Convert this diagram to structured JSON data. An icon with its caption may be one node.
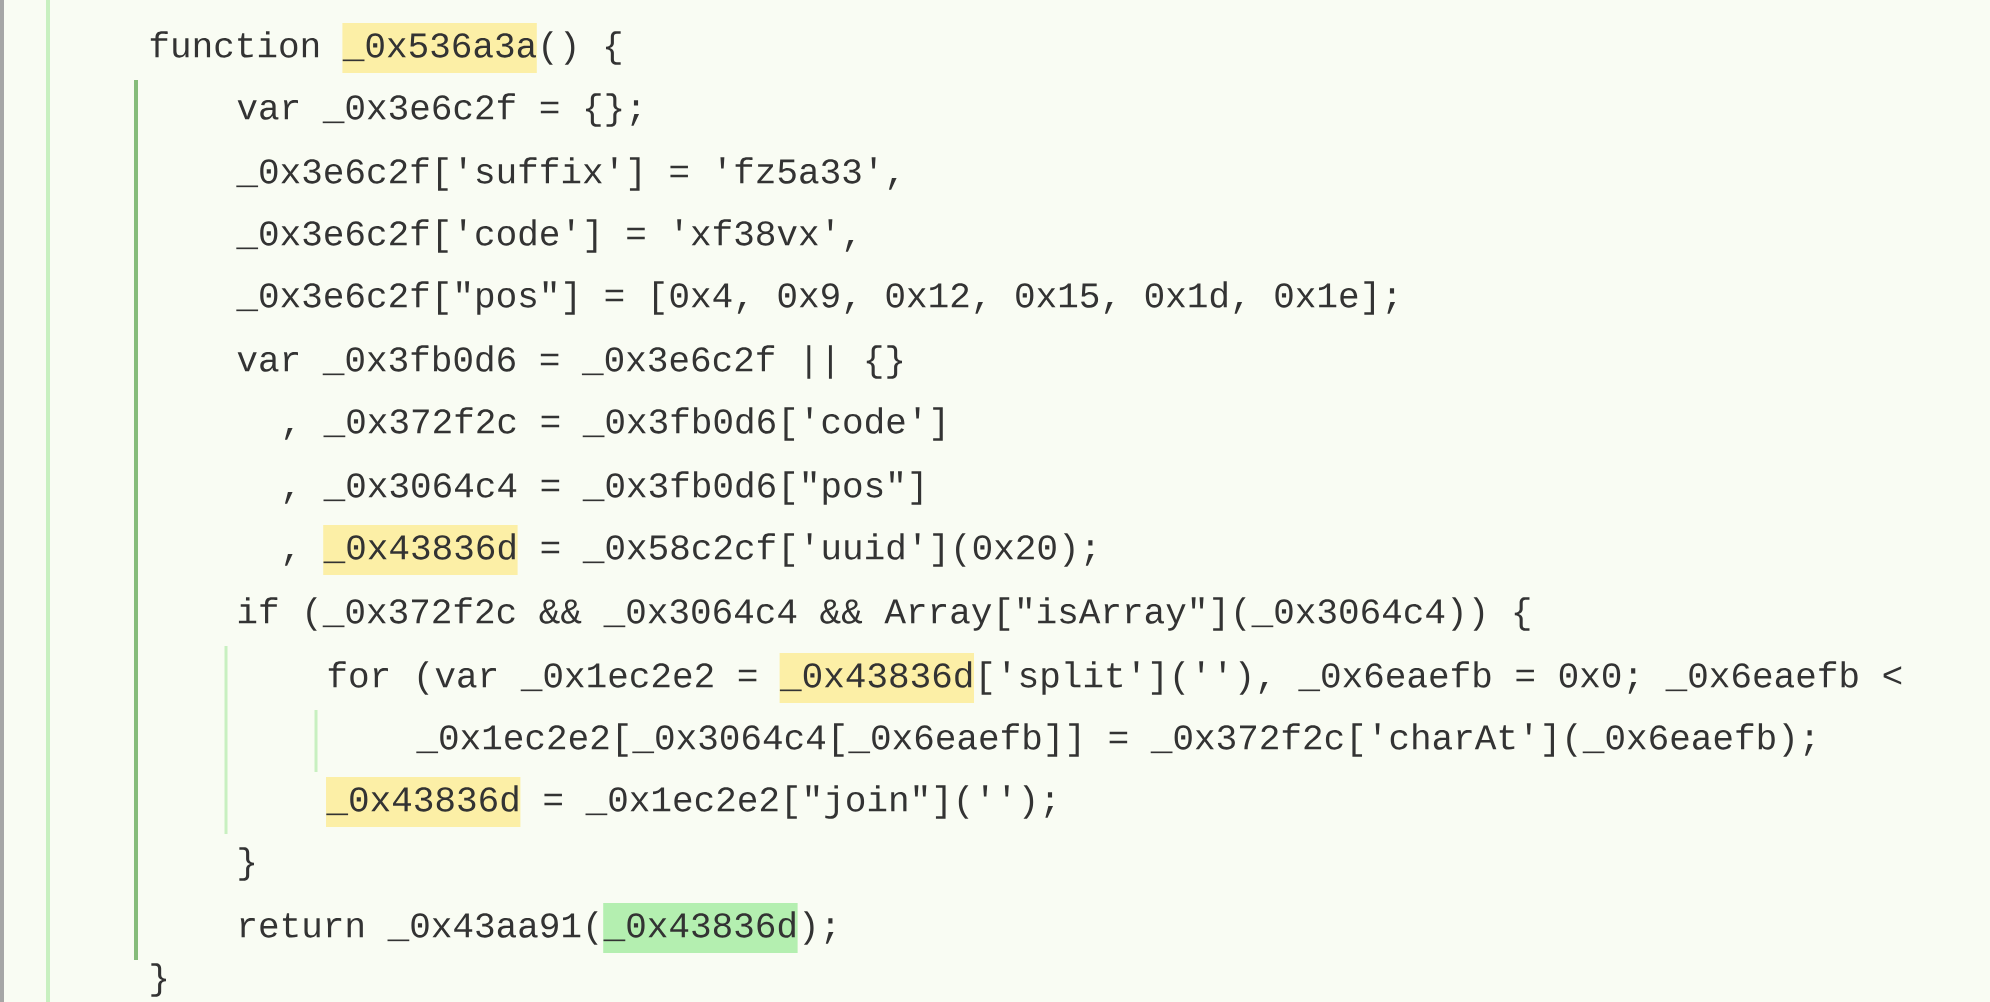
{
  "diagram": {
    "labels": [
      "function _0x536a3a() {",
      "var _0x3e6c2f = {};",
      "_0x3e6c2f['suffix'] = 'fz5a33',",
      "_0x3e6c2f['code'] = 'xf38vx',",
      "_0x3e6c2f[\"pos\"] = [0x4, 0x9, 0x12, 0x15, 0x1d, 0x1e];",
      "var _0x3fb0d6 = _0x3e6c2f || {}",
      ", _0x372f2c = _0x3fb0d6['code']",
      ", _0x3064c4 = _0x3fb0d6[\"pos\"]",
      ", _0x43836d = _0x58c2cf['uuid'](0x20);",
      "if (_0x372f2c && _0x3064c4 && Array[\"isArray\"](_0x3064c4)) {",
      "for (var _0x1ec2e2 = _0x43836d['split'](''), _0x6eaefb = 0x0; _0x6eaefb <",
      "_0x1ec2e2[_0x3064c4[_0x6eaefb]] = _0x372f2c['charAt'](_0x6eaefb);",
      "_0x43836d = _0x1ec2e2[\"join\"]('');",
      "}",
      "return _0x43aa91(_0x43836d);",
      "}"
    ]
  }
}
